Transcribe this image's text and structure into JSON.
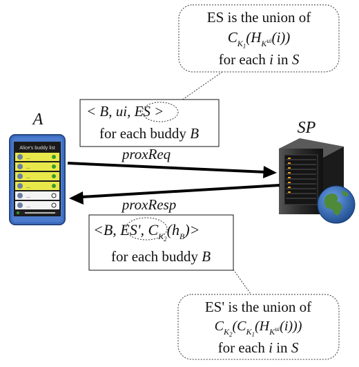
{
  "labels": {
    "actor_a": "A",
    "actor_sp": "SP",
    "msg_request": "proxReq",
    "msg_response": "proxResp"
  },
  "phone": {
    "screen_title": "Alice's buddy list",
    "rows": [
      {
        "text": "...",
        "highlighted": true,
        "status": "online"
      },
      {
        "text": "...",
        "highlighted": true,
        "status": "online"
      },
      {
        "text": "...",
        "highlighted": true,
        "status": "online"
      },
      {
        "text": "...",
        "highlighted": true,
        "status": "online"
      },
      {
        "text": "...",
        "highlighted": false,
        "status": "offline"
      },
      {
        "text": "...",
        "highlighted": false,
        "status": "offline"
      }
    ]
  },
  "request_box": {
    "line1_open": "< B, ",
    "line1_ui": "ui",
    "line1_comma": ", ",
    "line1_es": "ES",
    "line1_close": " >",
    "line2_prefix": "for each buddy ",
    "line2_var": "B"
  },
  "response_box": {
    "line1_open": "<B, ",
    "line1_es": "ES'",
    "line1_comma": ", ",
    "line1_c": "C",
    "line1_c_sub_k": "K",
    "line1_c_sub_2": "2",
    "line1_paren_open": "(",
    "line1_h": "h",
    "line1_h_sub": "B",
    "line1_paren_close": ")",
    "line1_close": ">",
    "line2_prefix": "for each buddy ",
    "line2_var": "B"
  },
  "callout_es": {
    "line1": "ES is the union of",
    "line2_c": "C",
    "line2_c_sub_k": "K",
    "line2_c_sub_1": "1",
    "line2_h_open": "(H",
    "line2_h_sub_k": "K",
    "line2_h_sup_ui": "ui",
    "line2_tail": "(i))",
    "line3_prefix": "for each ",
    "line3_i": "i",
    "line3_in": " in ",
    "line3_s": "S"
  },
  "callout_es_prime": {
    "line1": "ES' is the union of",
    "line2_c": "C",
    "line2_c_sub_k": "K",
    "line2_c_sub_2": "2",
    "line2_open": "(",
    "line2_c2": "C",
    "line2_c2_sub_k": "K",
    "line2_c2_sub_1": "1",
    "line2_h_open": "(H",
    "line2_h_sub_k": "K",
    "line2_h_sup_ui": "ui",
    "line2_tail": "(i)))",
    "line3_prefix": "for each ",
    "line3_i": "i",
    "line3_in": " in ",
    "line3_s": "S"
  },
  "colors": {
    "phone_body": "#3f6fc4",
    "phone_screen": "#1a1a1a",
    "row_highlight": "#e8e84a",
    "status_online": "#3a9a2a",
    "server_body": "#222222",
    "globe_ocean": "#2a5fa8",
    "globe_land": "#4f8a3a"
  },
  "icons": {
    "phone": "smartphone-icon",
    "server": "server-tower-icon",
    "globe": "globe-icon"
  }
}
